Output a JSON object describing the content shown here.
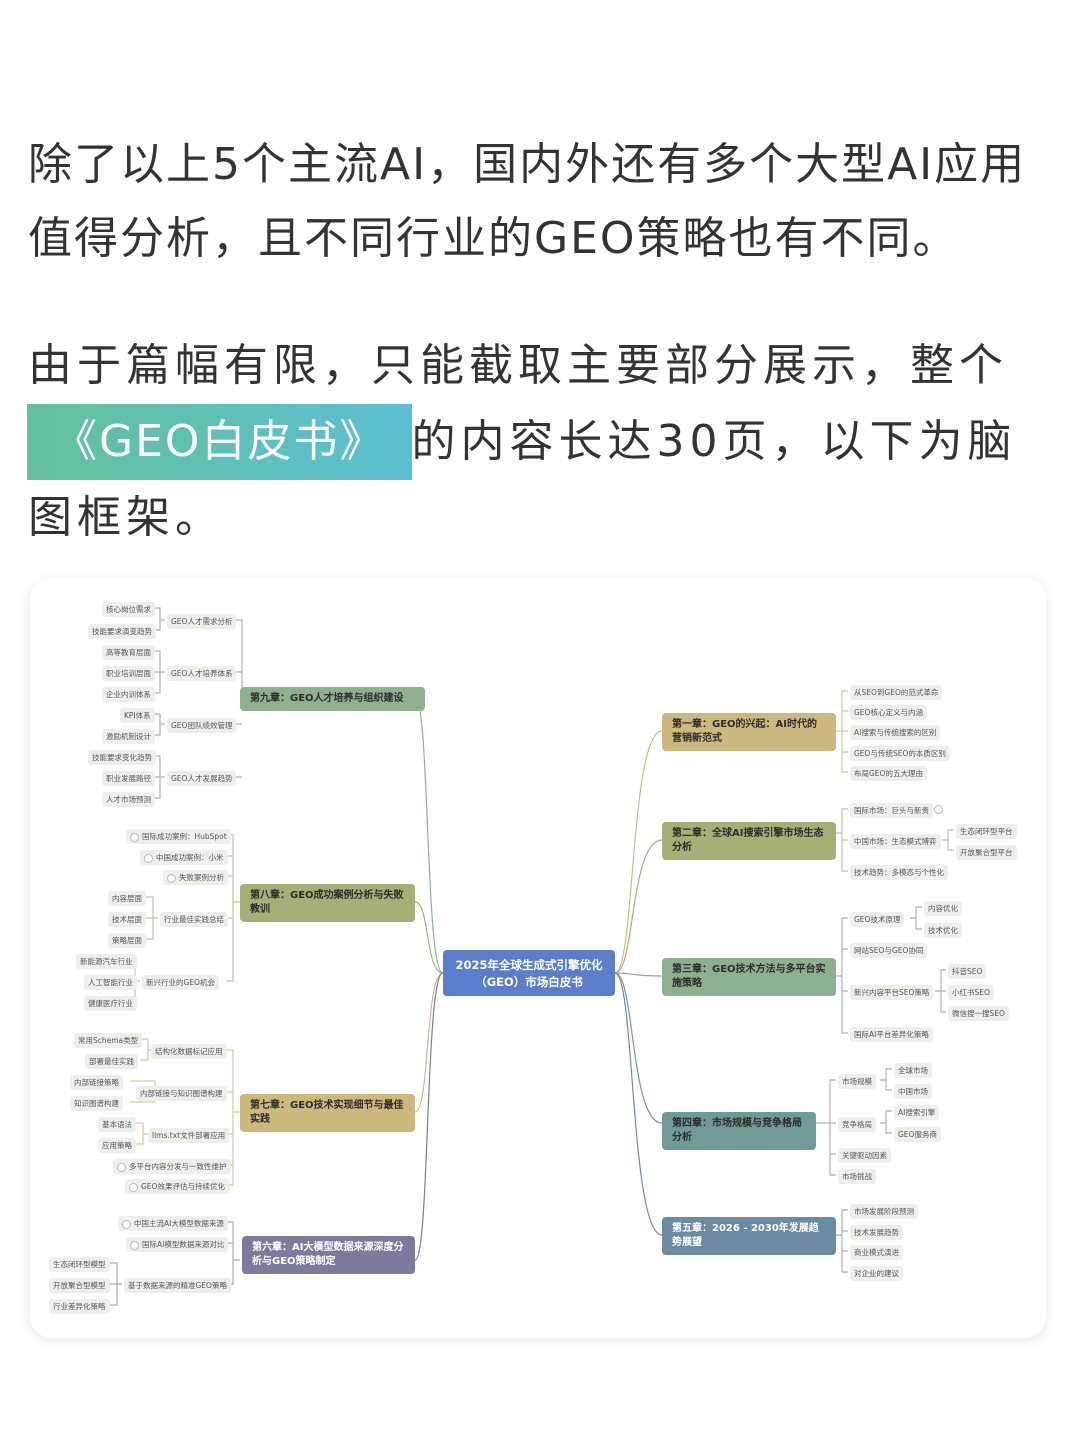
{
  "article": {
    "paragraph1": "除了以上5个主流AI，国内外还有多个大型AI应用值得分析，且不同行业的GEO策略也有不同。",
    "paragraph2_before": "由于篇幅有限，只能截取主要部分展示，整个",
    "paragraph2_highlight": "《GEO白皮书》",
    "paragraph2_after": "的内容长达30页，以下为脑图框架。",
    "highlight_gradient": [
      "#62c19a",
      "#5bbfd2"
    ]
  },
  "mindmap": {
    "root": "2025年全球生成式引擎优化（GEO）市场白皮书",
    "root_color": "#5b7ecb",
    "chapters": {
      "ch9": {
        "title": "第九章：GEO人才培养与组织建设",
        "color": "#8fb08e",
        "branches": [
          {
            "label": "GEO人才需求分析",
            "leaves": [
              "核心岗位需求",
              "技能要求演变趋势"
            ]
          },
          {
            "label": "GEO人才培养体系",
            "leaves": [
              "高等教育层面",
              "职业培训层面",
              "企业内训体系"
            ]
          },
          {
            "label": "GEO团队绩效管理",
            "leaves": [
              "KPI体系",
              "激励机制设计"
            ]
          },
          {
            "label": "GEO人才发展趋势",
            "leaves": [
              "技能要求变化趋势",
              "职业发展路径",
              "人才市场预测"
            ]
          }
        ]
      },
      "ch8": {
        "title": "第八章：GEO成功案例分析与失败教训",
        "color": "#a9ad76",
        "branches": [
          {
            "label": "国际成功案例：HubSpot",
            "leaves": []
          },
          {
            "label": "中国成功案例：小米",
            "leaves": []
          },
          {
            "label": "失败案例分析",
            "leaves": []
          },
          {
            "label": "行业最佳实践总结",
            "leaves": [
              "内容层面",
              "技术层面",
              "策略层面"
            ]
          },
          {
            "label": "新兴行业的GEO机会",
            "leaves": [
              "新能源汽车行业",
              "人工智能行业",
              "健康医疗行业"
            ]
          }
        ]
      },
      "ch7": {
        "title": "第七章：GEO技术实现细节与最佳实践",
        "color": "#cdb87e",
        "branches": [
          {
            "label": "结构化数据标记应用",
            "leaves": [
              "常用Schema类型",
              "部署最佳实践"
            ]
          },
          {
            "label": "内部链接与知识图谱构建",
            "leaves": [
              "内部链接策略",
              "知识图谱构建"
            ]
          },
          {
            "label": "llms.txt文件部署应用",
            "leaves": [
              "基本语法",
              "应用策略"
            ]
          },
          {
            "label": "多平台内容分发与一致性维护",
            "leaves": []
          },
          {
            "label": "GEO效果评估与持续优化",
            "leaves": []
          }
        ]
      },
      "ch6": {
        "title": "第六章：AI大模型数据来源深度分析与GEO策略制定",
        "color": "#7b7b9e",
        "branches": [
          {
            "label": "中国主流AI大模型数据来源",
            "leaves": []
          },
          {
            "label": "国际AI模型数据来源对比",
            "leaves": []
          },
          {
            "label": "基于数据来源的精准GEO策略",
            "leaves": [
              "生态闭环型模型",
              "开放聚合型模型",
              "行业差异化策略"
            ]
          }
        ]
      },
      "ch1": {
        "title": "第一章：GEO的兴起：AI时代的营销新范式",
        "color": "#cdb87e",
        "branches": [
          {
            "label": "从SEO到GEO的范式革命",
            "leaves": []
          },
          {
            "label": "GEO核心定义与内涵",
            "leaves": []
          },
          {
            "label": "AI搜索与传统搜索的区别",
            "leaves": []
          },
          {
            "label": "GEO与传统SEO的本质区别",
            "leaves": []
          },
          {
            "label": "布局GEO的五大理由",
            "leaves": []
          }
        ]
      },
      "ch2": {
        "title": "第二章：全球AI搜索引擎市场生态分析",
        "color": "#a9ad76",
        "branches": [
          {
            "label": "国际市场：巨头与新贵",
            "leaves": []
          },
          {
            "label": "中国市场：生态模式博弈",
            "leaves": [
              "生态闭环型平台",
              "开放聚合型平台"
            ]
          },
          {
            "label": "技术趋势：多模态与个性化",
            "leaves": []
          }
        ]
      },
      "ch3": {
        "title": "第三章：GEO技术方法与多平台实施策略",
        "color": "#8fb08e",
        "branches": [
          {
            "label": "GEO技术原理",
            "leaves": [
              "内容优化",
              "技术优化"
            ]
          },
          {
            "label": "网站SEO与GEO协同",
            "leaves": []
          },
          {
            "label": "新兴内容平台SEO策略",
            "leaves": [
              "抖音SEO",
              "小红书SEO",
              "微信搜一搜SEO"
            ]
          },
          {
            "label": "国际AI平台差异化策略",
            "leaves": []
          }
        ]
      },
      "ch4": {
        "title": "第四章：市场规模与竞争格局分析",
        "color": "#6f9a96",
        "branches": [
          {
            "label": "市场规模",
            "leaves": [
              "全球市场",
              "中国市场"
            ]
          },
          {
            "label": "竞争格局",
            "leaves": [
              "AI搜索引擎",
              "GEO服务商"
            ]
          },
          {
            "label": "关键驱动因素",
            "leaves": []
          },
          {
            "label": "市场挑战",
            "leaves": []
          }
        ]
      },
      "ch5": {
        "title": "第五章：2026 - 2030年发展趋势展望",
        "color": "#6b8ba2",
        "branches": [
          {
            "label": "市场发展阶段预测",
            "leaves": []
          },
          {
            "label": "技术发展趋势",
            "leaves": []
          },
          {
            "label": "商业模式演进",
            "leaves": []
          },
          {
            "label": "对企业的建议",
            "leaves": []
          }
        ]
      }
    }
  }
}
